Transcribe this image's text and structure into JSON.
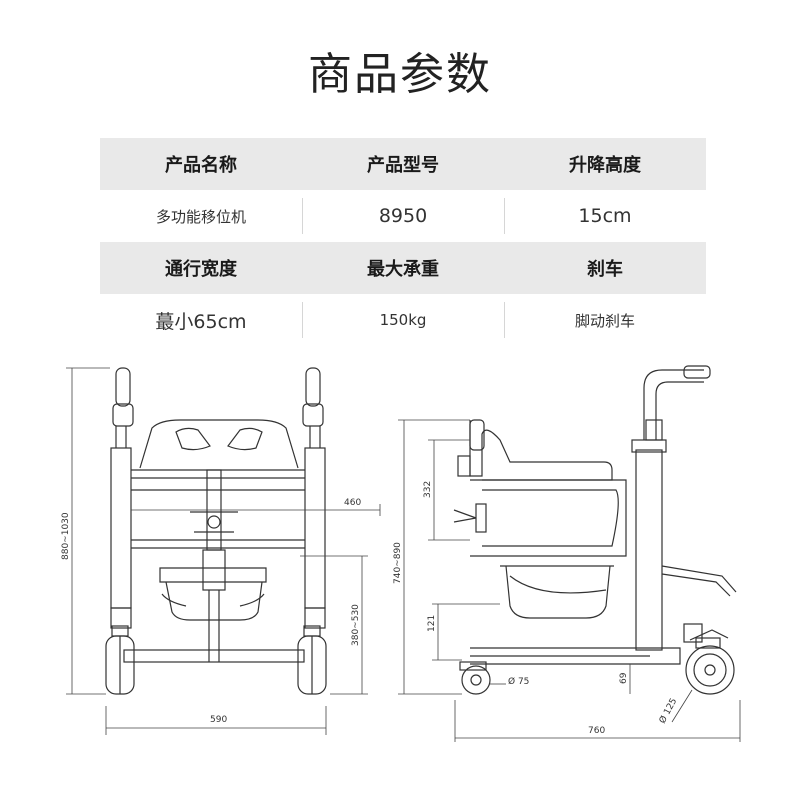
{
  "title": "商品参数",
  "specs": {
    "row1": {
      "headers": [
        "产品名称",
        "产品型号",
        "升降高度"
      ],
      "values": [
        "多功能移位机",
        "8950",
        "15cm"
      ]
    },
    "row2": {
      "headers": [
        "通行宽度",
        "最大承重",
        "刹车"
      ],
      "values": [
        "蕞小65cm",
        "150kg",
        "脚动刹车"
      ]
    }
  },
  "diagram_labels": {
    "front_width_460": "460",
    "front_height": "880~1030",
    "front_seat_height": "380~530",
    "front_width_590": "590",
    "side_332": "332",
    "side_740_890": "740~890",
    "side_121": "121",
    "side_69": "69",
    "side_wheel_75": "Ø 75",
    "side_wheel_125": "Ø 125",
    "side_length": "760"
  }
}
